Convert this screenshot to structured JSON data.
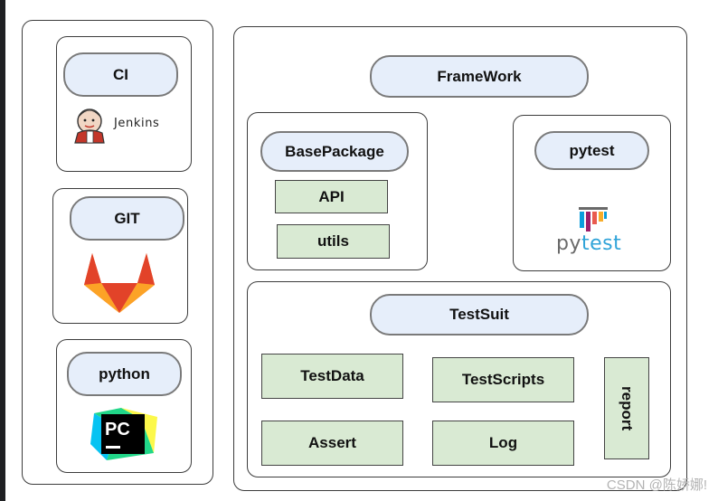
{
  "left_column": {
    "ci_label": "CI",
    "jenkins_text": "Jenkins",
    "git_label": "GIT",
    "python_label": "python",
    "pycharm_text": "PC"
  },
  "framework": {
    "title": "FrameWork",
    "base_package": {
      "label": "BasePackage",
      "items": [
        "API",
        "utils"
      ]
    },
    "pytest": {
      "label": "pytest",
      "logo_text_py": "py",
      "logo_text_test": "test"
    },
    "test_suit": {
      "label": "TestSuit",
      "items": [
        "TestData",
        "TestScripts",
        "Assert",
        "Log"
      ],
      "report": "report"
    }
  },
  "watermark": "CSDN @陈娇娜!",
  "colors": {
    "pill_fill": "#e6eefa",
    "box_fill": "#d9ead3",
    "pytest_blue": "#2fa3d8",
    "pytest_gray": "#6a6a6a"
  }
}
